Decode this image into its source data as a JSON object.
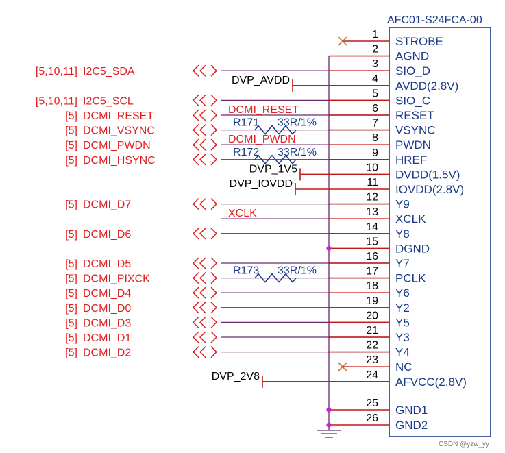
{
  "part_name": "AFC01-S24FCA-00",
  "watermark": "CSDN @yzw_yy",
  "pins": [
    {
      "num": "1",
      "name": "STROBE",
      "nc": true
    },
    {
      "num": "2",
      "name": "AGND",
      "bus": true
    },
    {
      "num": "3",
      "name": "SIO_D",
      "net": "I2C5_SDA",
      "ref": "[5,10,11]"
    },
    {
      "num": "4",
      "name": "AVDD(2.8V)",
      "power": "DVP_AVDD"
    },
    {
      "num": "5",
      "name": "SIO_C",
      "net": "I2C5_SCL",
      "ref": "[5,10,11]"
    },
    {
      "num": "6",
      "name": "RESET",
      "net": "DCMI_RESET",
      "ref": "[5]",
      "label": "DCMI_RESET"
    },
    {
      "num": "7",
      "name": "VSYNC",
      "net": "DCMI_VSYNC",
      "ref": "[5]",
      "resistor": "R171",
      "res_value": "33R/1%"
    },
    {
      "num": "8",
      "name": "PWDN",
      "net": "DCMI_PWDN",
      "ref": "[5]",
      "label": "DCMI_PWDN"
    },
    {
      "num": "9",
      "name": "HREF",
      "net": "DCMI_HSYNC",
      "ref": "[5]",
      "resistor": "R172",
      "res_value": "33R/1%"
    },
    {
      "num": "10",
      "name": "DVDD(1.5V)",
      "power": "DVP_1V5"
    },
    {
      "num": "11",
      "name": "IOVDD(2.8V)",
      "power": "DVP_IOVDD"
    },
    {
      "num": "12",
      "name": "Y9",
      "net": "DCMI_D7",
      "ref": "[5]"
    },
    {
      "num": "13",
      "name": "XCLK",
      "label": "XCLK"
    },
    {
      "num": "14",
      "name": "Y8",
      "net": "DCMI_D6",
      "ref": "[5]"
    },
    {
      "num": "15",
      "name": "DGND",
      "bus": true,
      "junction": true
    },
    {
      "num": "16",
      "name": "Y7",
      "net": "DCMI_D5",
      "ref": "[5]"
    },
    {
      "num": "17",
      "name": "PCLK",
      "net": "DCMI_PIXCK",
      "ref": "[5]",
      "resistor": "R173",
      "res_value": "33R/1%"
    },
    {
      "num": "18",
      "name": "Y6",
      "net": "DCMI_D4",
      "ref": "[5]"
    },
    {
      "num": "19",
      "name": "Y2",
      "net": "DCMI_D0",
      "ref": "[5]"
    },
    {
      "num": "20",
      "name": "Y5",
      "net": "DCMI_D3",
      "ref": "[5]"
    },
    {
      "num": "21",
      "name": "Y3",
      "net": "DCMI_D1",
      "ref": "[5]"
    },
    {
      "num": "22",
      "name": "Y4",
      "net": "DCMI_D2",
      "ref": "[5]"
    },
    {
      "num": "23",
      "name": "NC",
      "nc": true
    },
    {
      "num": "24",
      "name": "AFVCC(2.8V)",
      "power": "DVP_2V8"
    },
    {
      "num": "25",
      "name": "GND1",
      "bus": true,
      "junction": true
    },
    {
      "num": "26",
      "name": "GND2",
      "bus": true,
      "junction": true
    }
  ],
  "colors": {
    "net_label": "#e02020",
    "pin_name": "#1a3a8a",
    "wire": "#6a2a6a",
    "junction": "#cc22cc"
  }
}
